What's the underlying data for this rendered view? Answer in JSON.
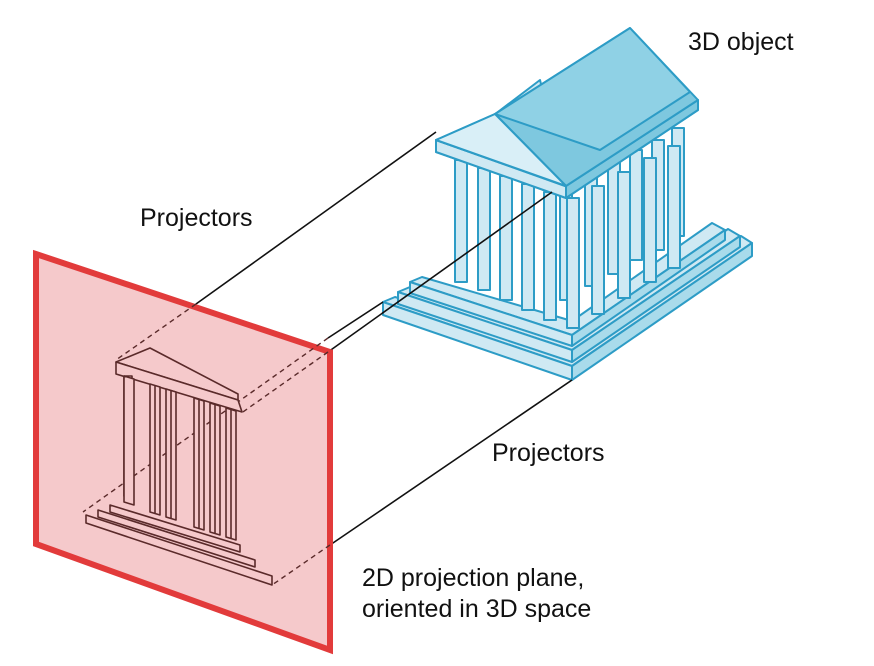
{
  "labels": {
    "object_3d": "3D object",
    "projectors_top": "Projectors",
    "projectors_bottom": "Projectors",
    "plane_line1": "2D projection plane,",
    "plane_line2": "oriented in 3D space"
  },
  "colors": {
    "plane_fill": "#f5c9cb",
    "plane_border": "#e23b3b",
    "object_fill": "#cfe9f3",
    "object_fill_dark": "#7ec8df",
    "object_stroke": "#2d9cc6",
    "projection_stroke": "#5a2a2a",
    "projector_line": "#111111"
  }
}
